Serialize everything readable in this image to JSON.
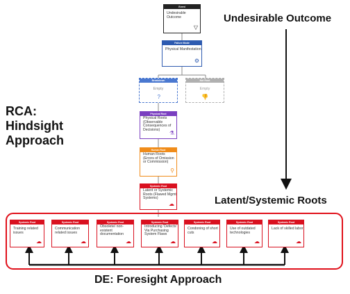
{
  "colors": {
    "event": "#222222",
    "failure": "#2e5bb0",
    "breakdown": "#4a78d0",
    "not_root": "#b0b0b0",
    "physical": "#7a3fc0",
    "human": "#f08c1a",
    "systemic": "#d9101f",
    "bracket": "#e0101a"
  },
  "labels": {
    "undesirable_outcome": "Undesirable Outcome",
    "latent_systemic_roots": "Latent/Systemic Roots",
    "rca_line1": "RCA:",
    "rca_line2": "Hindsight",
    "rca_line3": "Approach",
    "de_foresight": "DE: Foresight Approach"
  },
  "chain": {
    "event": {
      "header": "Event",
      "text": "Undesirable Outcome",
      "icon": "funnel-icon"
    },
    "failure_mode": {
      "header": "Failure Mode",
      "text": "Physical Manifestation",
      "icon": "gear-icon"
    },
    "breakdown": {
      "header": "Breakdown",
      "text": "Empty",
      "icon": "question-icon"
    },
    "not_root": {
      "header": "Not Root",
      "text": "Empty",
      "icon": "thumbs-down-icon"
    },
    "physical_root": {
      "header": "Physical Root",
      "text": "Physical Roots (Observable Consequences of Decisions)",
      "icon": "flask-icon"
    },
    "human_root": {
      "header": "Human Root",
      "text": "Human Roots (Errors of Omission or Commission)",
      "icon": "person-search-icon"
    },
    "systemic_root": {
      "header": "Systemic Root",
      "text": "Latent or Systemic Roots (Flawed Mgmt Systems)",
      "icon": "cloud-icon"
    }
  },
  "systemic_boxes": [
    {
      "header": "Systemic Root",
      "text": "Training related issues",
      "icon": "cloud-icon"
    },
    {
      "header": "Systemic Root",
      "text": "Communication related issues",
      "icon": "cloud-icon"
    },
    {
      "header": "Systemic Root",
      "text": "Obsolete/ non-existent documentation",
      "icon": "cloud-icon"
    },
    {
      "header": "Systemic Root",
      "text": "Introducing 'Defects' Via Purchasing System Flaws",
      "icon": "cloud-icon"
    },
    {
      "header": "Systemic Root",
      "text": "Condoning of short cuts",
      "icon": "cloud-icon"
    },
    {
      "header": "Systemic Root",
      "text": "Use of outdated technologies",
      "icon": "cloud-icon"
    },
    {
      "header": "Systemic Root",
      "text": "Lack of skilled labor",
      "icon": "cloud-icon"
    }
  ]
}
